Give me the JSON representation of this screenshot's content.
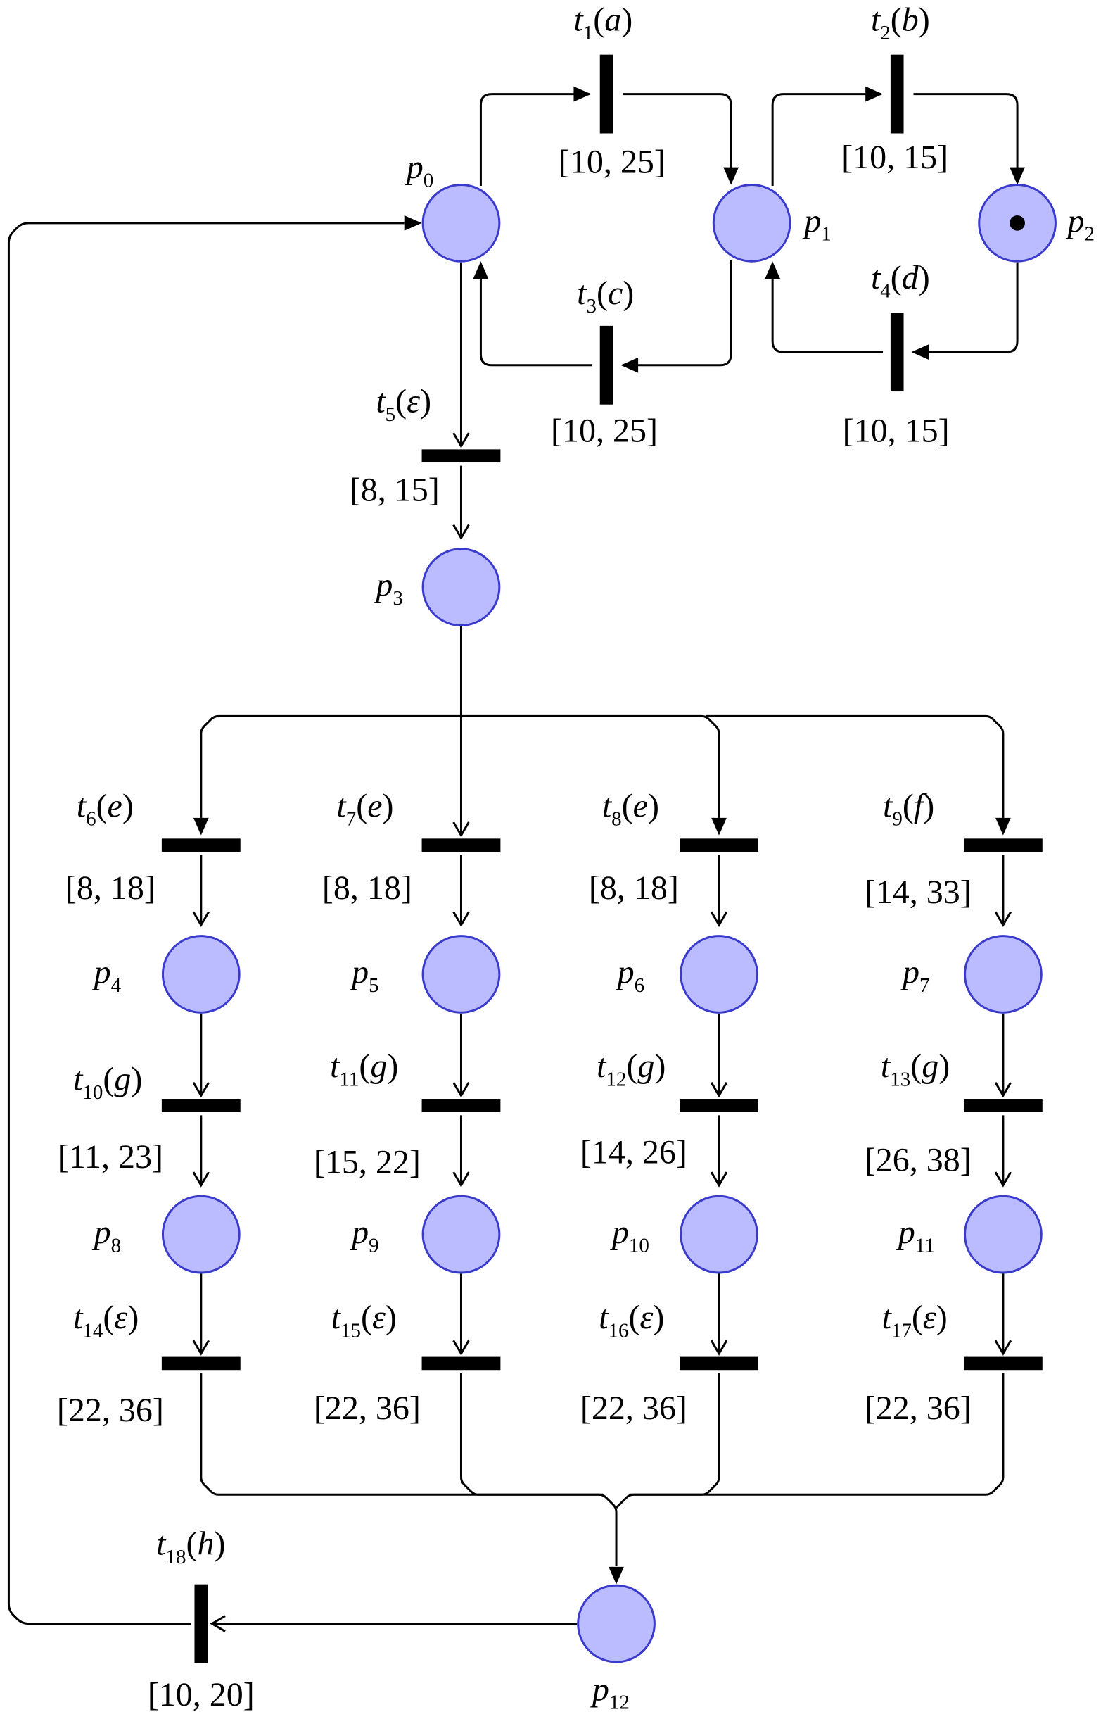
{
  "places": [
    {
      "id": "p0",
      "label": "p",
      "sub": "0"
    },
    {
      "id": "p1",
      "label": "p",
      "sub": "1"
    },
    {
      "id": "p2",
      "label": "p",
      "sub": "2",
      "token": true
    },
    {
      "id": "p3",
      "label": "p",
      "sub": "3"
    },
    {
      "id": "p4",
      "label": "p",
      "sub": "4"
    },
    {
      "id": "p5",
      "label": "p",
      "sub": "5"
    },
    {
      "id": "p6",
      "label": "p",
      "sub": "6"
    },
    {
      "id": "p7",
      "label": "p",
      "sub": "7"
    },
    {
      "id": "p8",
      "label": "p",
      "sub": "8"
    },
    {
      "id": "p9",
      "label": "p",
      "sub": "9"
    },
    {
      "id": "p10",
      "label": "p",
      "sub": "10"
    },
    {
      "id": "p11",
      "label": "p",
      "sub": "11"
    },
    {
      "id": "p12",
      "label": "p",
      "sub": "12"
    }
  ],
  "transitions": [
    {
      "id": "t1",
      "label": "t",
      "sub": "1",
      "action": "a",
      "interval": "[10, 25]"
    },
    {
      "id": "t2",
      "label": "t",
      "sub": "2",
      "action": "b",
      "interval": "[10, 15]"
    },
    {
      "id": "t3",
      "label": "t",
      "sub": "3",
      "action": "c",
      "interval": "[10, 25]"
    },
    {
      "id": "t4",
      "label": "t",
      "sub": "4",
      "action": "d",
      "interval": "[10, 15]"
    },
    {
      "id": "t5",
      "label": "t",
      "sub": "5",
      "action": "ε",
      "interval": "[8, 15]"
    },
    {
      "id": "t6",
      "label": "t",
      "sub": "6",
      "action": "e",
      "interval": "[8, 18]"
    },
    {
      "id": "t7",
      "label": "t",
      "sub": "7",
      "action": "e",
      "interval": "[8, 18]"
    },
    {
      "id": "t8",
      "label": "t",
      "sub": "8",
      "action": "e",
      "interval": "[8, 18]"
    },
    {
      "id": "t9",
      "label": "t",
      "sub": "9",
      "action": "f",
      "interval": "[14, 33]"
    },
    {
      "id": "t10",
      "label": "t",
      "sub": "10",
      "action": "g",
      "interval": "[11, 23]"
    },
    {
      "id": "t11",
      "label": "t",
      "sub": "11",
      "action": "g",
      "interval": "[15, 22]"
    },
    {
      "id": "t12",
      "label": "t",
      "sub": "12",
      "action": "g",
      "interval": "[14, 26]"
    },
    {
      "id": "t13",
      "label": "t",
      "sub": "13",
      "action": "g",
      "interval": "[26, 38]"
    },
    {
      "id": "t14",
      "label": "t",
      "sub": "14",
      "action": "ε",
      "interval": "[22, 36]"
    },
    {
      "id": "t15",
      "label": "t",
      "sub": "15",
      "action": "ε",
      "interval": "[22, 36]"
    },
    {
      "id": "t16",
      "label": "t",
      "sub": "16",
      "action": "ε",
      "interval": "[22, 36]"
    },
    {
      "id": "t17",
      "label": "t",
      "sub": "17",
      "action": "ε",
      "interval": "[22, 36]"
    },
    {
      "id": "t18",
      "label": "t",
      "sub": "18",
      "action": "h",
      "interval": "[10, 20]"
    }
  ],
  "colors": {
    "place_fill": "#bbbcff",
    "place_stroke": "#3a3acb",
    "ink": "#000000"
  }
}
